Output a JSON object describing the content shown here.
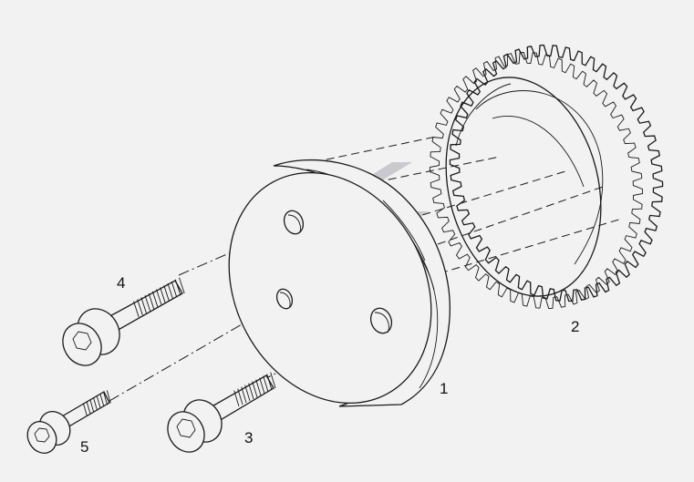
{
  "callouts": {
    "flange": "1",
    "gear": "2",
    "bolt_long_lower": "3",
    "bolt_long_upper": "4",
    "bolt_short": "5"
  },
  "colors": {
    "background": "#f2f2f2",
    "line": "#1a1a1a",
    "watermark": "#a9a9b2"
  },
  "icons": {
    "watermark": "manufacturer-logo-watermark"
  }
}
